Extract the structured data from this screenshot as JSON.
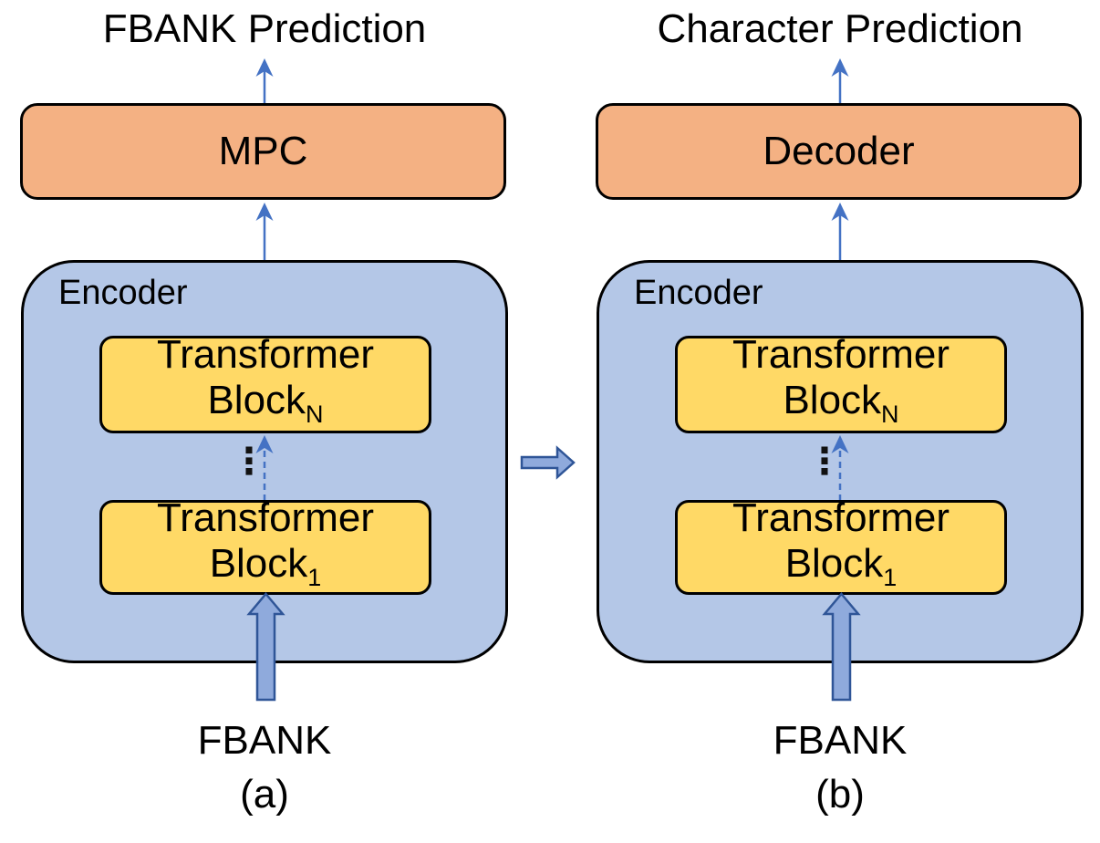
{
  "figure": {
    "panels": [
      {
        "caption": "(a)",
        "prediction_label": "FBANK Prediction",
        "top_box_label": "MPC",
        "encoder_label": "Encoder",
        "top_block": {
          "line1": "Transformer",
          "line2": "Block",
          "subscript": "N"
        },
        "ellipsis": "⋮",
        "bottom_block": {
          "line1": "Transformer",
          "line2": "Block",
          "subscript": "1"
        },
        "input_label": "FBANK"
      },
      {
        "caption": "(b)",
        "prediction_label": "Character Prediction",
        "top_box_label": "Decoder",
        "encoder_label": "Encoder",
        "top_block": {
          "line1": "Transformer",
          "line2": "Block",
          "subscript": "N"
        },
        "ellipsis": "⋮",
        "bottom_block": {
          "line1": "Transformer",
          "line2": "Block",
          "subscript": "1"
        },
        "input_label": "FBANK"
      }
    ],
    "colors": {
      "head_box_fill": "#F4B183",
      "encoder_fill": "#B4C7E7",
      "block_fill": "#FFD966",
      "outline": "#000000",
      "thin_arrow": "#4472C4",
      "thick_arrow_fill": "#8FAADC",
      "thick_arrow_stroke": "#2F5597"
    }
  }
}
